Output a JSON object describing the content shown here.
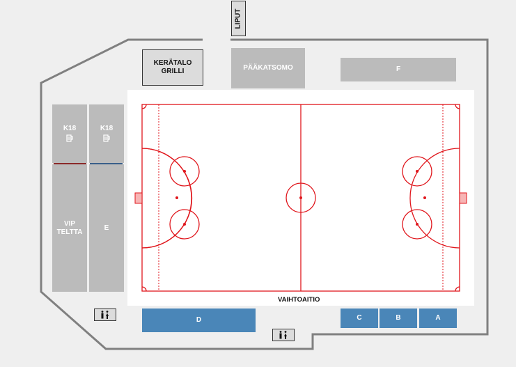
{
  "venue": {
    "outline_color": "#808080",
    "background": "#efefef"
  },
  "colors": {
    "rink_line": "#e0161c",
    "stand_gray": "#bbbbbb",
    "stand_blue": "#4a86b8",
    "k18_left_divider": "#8b2a2a",
    "k18_right_divider": "#3a5f8a"
  },
  "buildings": {
    "liput": "LIPUT",
    "keratalo_grilli": "KERÄTALO\nGRILLI",
    "paakatsomo": "PÄÄKATSOMO"
  },
  "sections": {
    "f": "F",
    "d": "D",
    "c": "C",
    "b": "B",
    "a": "A",
    "e": "E",
    "vip_teltta": "VIP\nTELTTA",
    "k18_left": "K18",
    "k18_right": "K18"
  },
  "rink": {
    "bench_label": "VAIHTOAITIO"
  },
  "icons": {
    "beer": "beer-mug-icon",
    "toilet": "toilet-icon"
  }
}
